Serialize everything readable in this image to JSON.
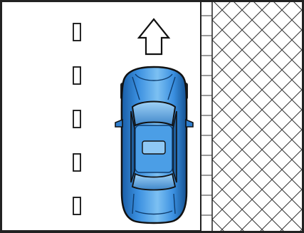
{
  "diagram": {
    "kind": "parking-lane-illustration",
    "vehicle": {
      "view": "top-down",
      "body_color": "#3a8fe0",
      "outline_color": "#111111"
    },
    "direction": {
      "icon": "arrow-up-icon",
      "meaning": "forward"
    },
    "lane_markings": {
      "dash_count": 5,
      "style": "outlined-rectangles"
    },
    "curb": {
      "pattern": "crosshatch"
    },
    "colors": {
      "ink": "#1a1a1a",
      "background": "#ffffff",
      "car_light": "#8cc6f4",
      "car_mid": "#3a8fe0",
      "car_dark": "#14508f",
      "tire": "#222222"
    }
  }
}
